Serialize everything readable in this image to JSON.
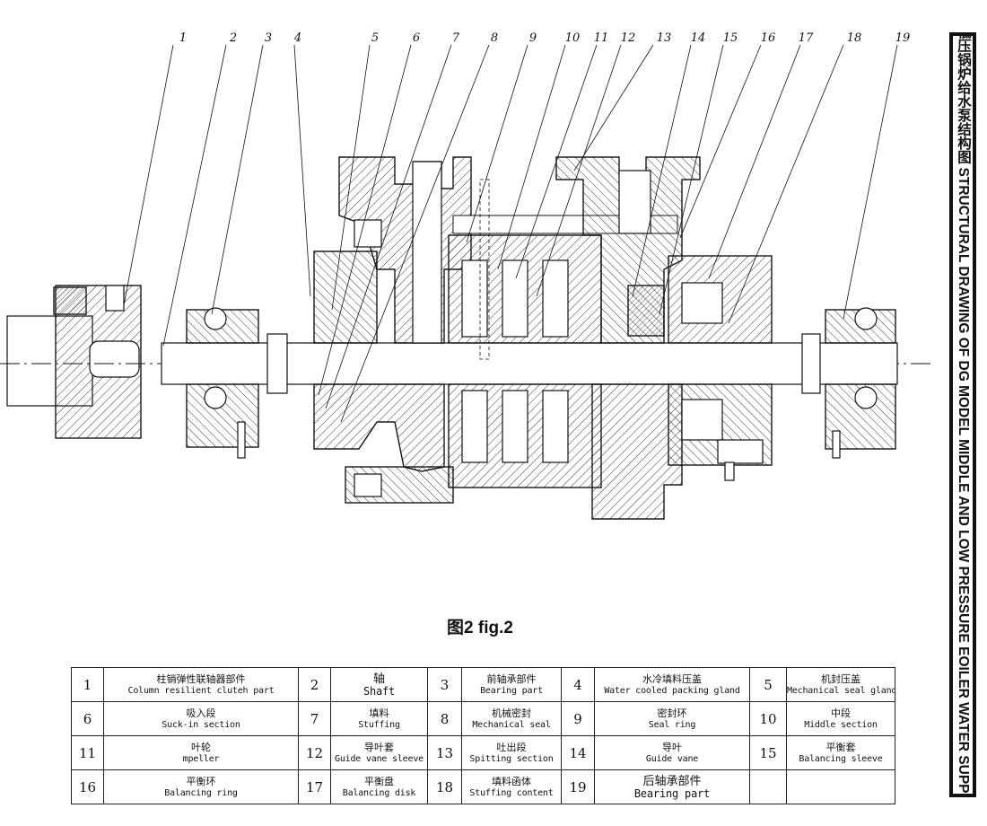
{
  "banner": {
    "text": "DG型中低压锅炉给水泵结构图 STRUCTURAL DRAWING OF DG MODEL MIDDLE AND LOW PRESSURE EOILER WATER SUPPLY PUMP"
  },
  "callouts": [
    "1",
    "2",
    "3",
    "4",
    "5",
    "6",
    "7",
    "8",
    "9",
    "10",
    "11",
    "12",
    "13",
    "14",
    "15",
    "16",
    "17",
    "18",
    "19"
  ],
  "caption": "图2 fig.2",
  "parts": [
    [
      {
        "num": "1",
        "zh": "柱销弹性联轴器部件",
        "en": "Column resilient cluteh part"
      },
      {
        "num": "2",
        "zh": "轴",
        "en": "Shaft"
      },
      {
        "num": "3",
        "zh": "前轴承部件",
        "en": "Bearing part"
      },
      {
        "num": "4",
        "zh": "水冷填料压盖",
        "en": "Water cooled packing gland"
      },
      {
        "num": "5",
        "zh": "机封压盖",
        "en": "Mechanical seal gland"
      }
    ],
    [
      {
        "num": "6",
        "zh": "吸入段",
        "en": "Suck-in section"
      },
      {
        "num": "7",
        "zh": "填料",
        "en": "Stuffing"
      },
      {
        "num": "8",
        "zh": "机械密封",
        "en": "Mechanical seal"
      },
      {
        "num": "9",
        "zh": "密封环",
        "en": "Seal ring"
      },
      {
        "num": "10",
        "zh": "中段",
        "en": "Middle section"
      }
    ],
    [
      {
        "num": "11",
        "zh": "叶轮",
        "en": "mpeller"
      },
      {
        "num": "12",
        "zh": "导叶套",
        "en": "Guide vane sleeve"
      },
      {
        "num": "13",
        "zh": "吐出段",
        "en": "Spitting section"
      },
      {
        "num": "14",
        "zh": "导叶",
        "en": "Guide vane"
      },
      {
        "num": "15",
        "zh": "平衡套",
        "en": "Balancing sleeve"
      }
    ],
    [
      {
        "num": "16",
        "zh": "平衡环",
        "en": "Balancing ring"
      },
      {
        "num": "17",
        "zh": "平衡盘",
        "en": "Balancing disk"
      },
      {
        "num": "18",
        "zh": "填料函体",
        "en": "Stuffing content"
      },
      {
        "num": "19",
        "zh": "后轴承部件",
        "en": "Bearing  part"
      },
      {
        "num": "",
        "zh": "",
        "en": ""
      }
    ]
  ],
  "colors": {
    "ink": "#111111",
    "paper": "#ffffff"
  }
}
